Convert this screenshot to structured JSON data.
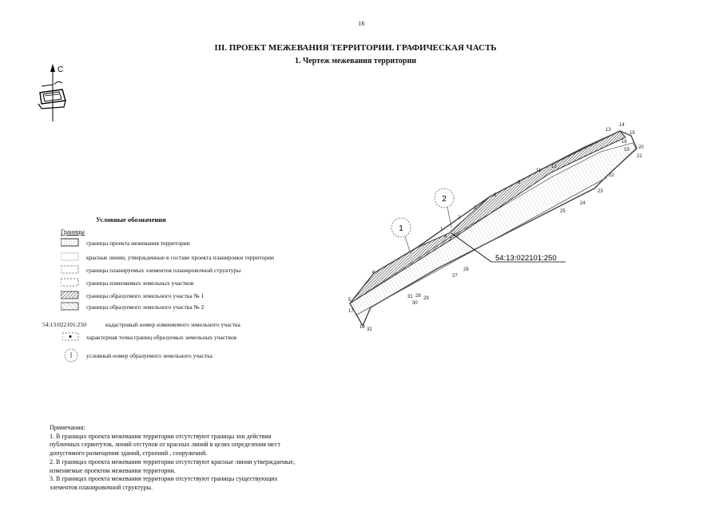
{
  "page_number": "16",
  "title": "III. ПРОЕКТ МЕЖЕВАНИЯ ТЕРРИТОРИИ. ГРАФИЧЕСКАЯ ЧАСТЬ",
  "subtitle": "1. Чертеж межевания территории",
  "compass": {
    "north_label": "С"
  },
  "legend": {
    "title": "Условные обозначения",
    "group_label": "Границы",
    "items": [
      "границы проекта межевания территории",
      "красные линии, утвержденные в составе проекта планировки территории",
      "границы планируемых элементов планировочной структуры",
      "границы изменяемых земельных участков",
      "границы образуемого земельного участка № 1",
      "границы образуемого земельного участка № 2"
    ],
    "cadastral_sample": "54:13:022101:250",
    "cadastral_text": "кадастровый номер изменяемого земельного участка",
    "point_text": "характерная точка границ образуемых земельных участков",
    "parcel_no_text": "условный номер образуемого земельного участка"
  },
  "drawing": {
    "cadastral_label": "54:13:022101:250",
    "parcel_labels": [
      "1",
      "2"
    ],
    "point_labels": [
      "1",
      "2",
      "3",
      "4",
      "5",
      "6",
      "7",
      "8",
      "9",
      "10",
      "11",
      "12",
      "13",
      "14",
      "15",
      "16",
      "17",
      "18",
      "19",
      "20",
      "21",
      "22",
      "23",
      "24",
      "25",
      "26",
      "27",
      "28",
      "29",
      "30",
      "31",
      "32"
    ]
  },
  "notes": {
    "heading": "Примечания:",
    "lines": [
      "1. В границах проекта межевания территории отсутствуют границы зон действия",
      "публичных сервитутов, линий отступов от красных линий в целях определения мест",
      "допустимого размещения зданий, строений , сооружений.",
      "2. В границах проекта межевания территории отсутствуют красные линии утверждаемые,",
      "изменяемые проектом межевания территории.",
      "3. В границах проекта межевания территории отсутствуют границы существующих",
      "элементов планировочной структуры."
    ]
  }
}
